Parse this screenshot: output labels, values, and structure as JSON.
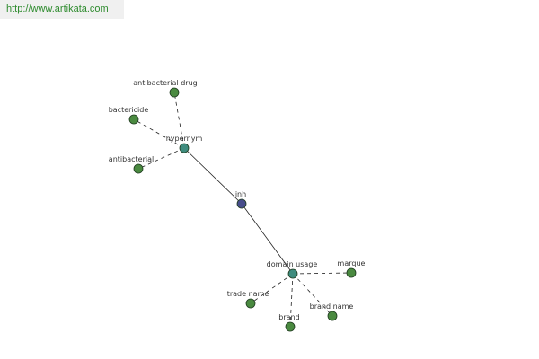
{
  "site": {
    "url": "http://www.artikata.com"
  },
  "colors": {
    "center": "#474d8c",
    "hub": "#3f8c7e",
    "leaf": "#4a8a40",
    "edge": "#222222",
    "url_text": "#2e8b2e",
    "url_bg": "#f0f0f0"
  },
  "graph": {
    "nodes": [
      {
        "id": "inh",
        "label": "inh",
        "kind": "center"
      },
      {
        "id": "hypernym",
        "label": "hypernym",
        "kind": "hub"
      },
      {
        "id": "domain-usage",
        "label": "domain usage",
        "kind": "hub"
      },
      {
        "id": "antibacterial-drug",
        "label": "antibacterial drug",
        "kind": "leaf"
      },
      {
        "id": "bactericide",
        "label": "bactericide",
        "kind": "leaf"
      },
      {
        "id": "antibacterial",
        "label": "antibacterial",
        "kind": "leaf"
      },
      {
        "id": "marque",
        "label": "marque",
        "kind": "leaf"
      },
      {
        "id": "trade-name",
        "label": "trade name",
        "kind": "leaf"
      },
      {
        "id": "brand",
        "label": "brand",
        "kind": "leaf"
      },
      {
        "id": "brand-name",
        "label": "brand name",
        "kind": "leaf"
      }
    ],
    "edges": [
      {
        "from": "inh",
        "to": "hypernym",
        "style": "solid"
      },
      {
        "from": "inh",
        "to": "domain-usage",
        "style": "solid"
      },
      {
        "from": "hypernym",
        "to": "antibacterial-drug",
        "style": "dashed"
      },
      {
        "from": "hypernym",
        "to": "bactericide",
        "style": "dashed"
      },
      {
        "from": "hypernym",
        "to": "antibacterial",
        "style": "dashed"
      },
      {
        "from": "domain-usage",
        "to": "marque",
        "style": "dashed"
      },
      {
        "from": "domain-usage",
        "to": "trade-name",
        "style": "dashed"
      },
      {
        "from": "domain-usage",
        "to": "brand",
        "style": "dashed"
      },
      {
        "from": "domain-usage",
        "to": "brand-name",
        "style": "dashed"
      }
    ]
  }
}
